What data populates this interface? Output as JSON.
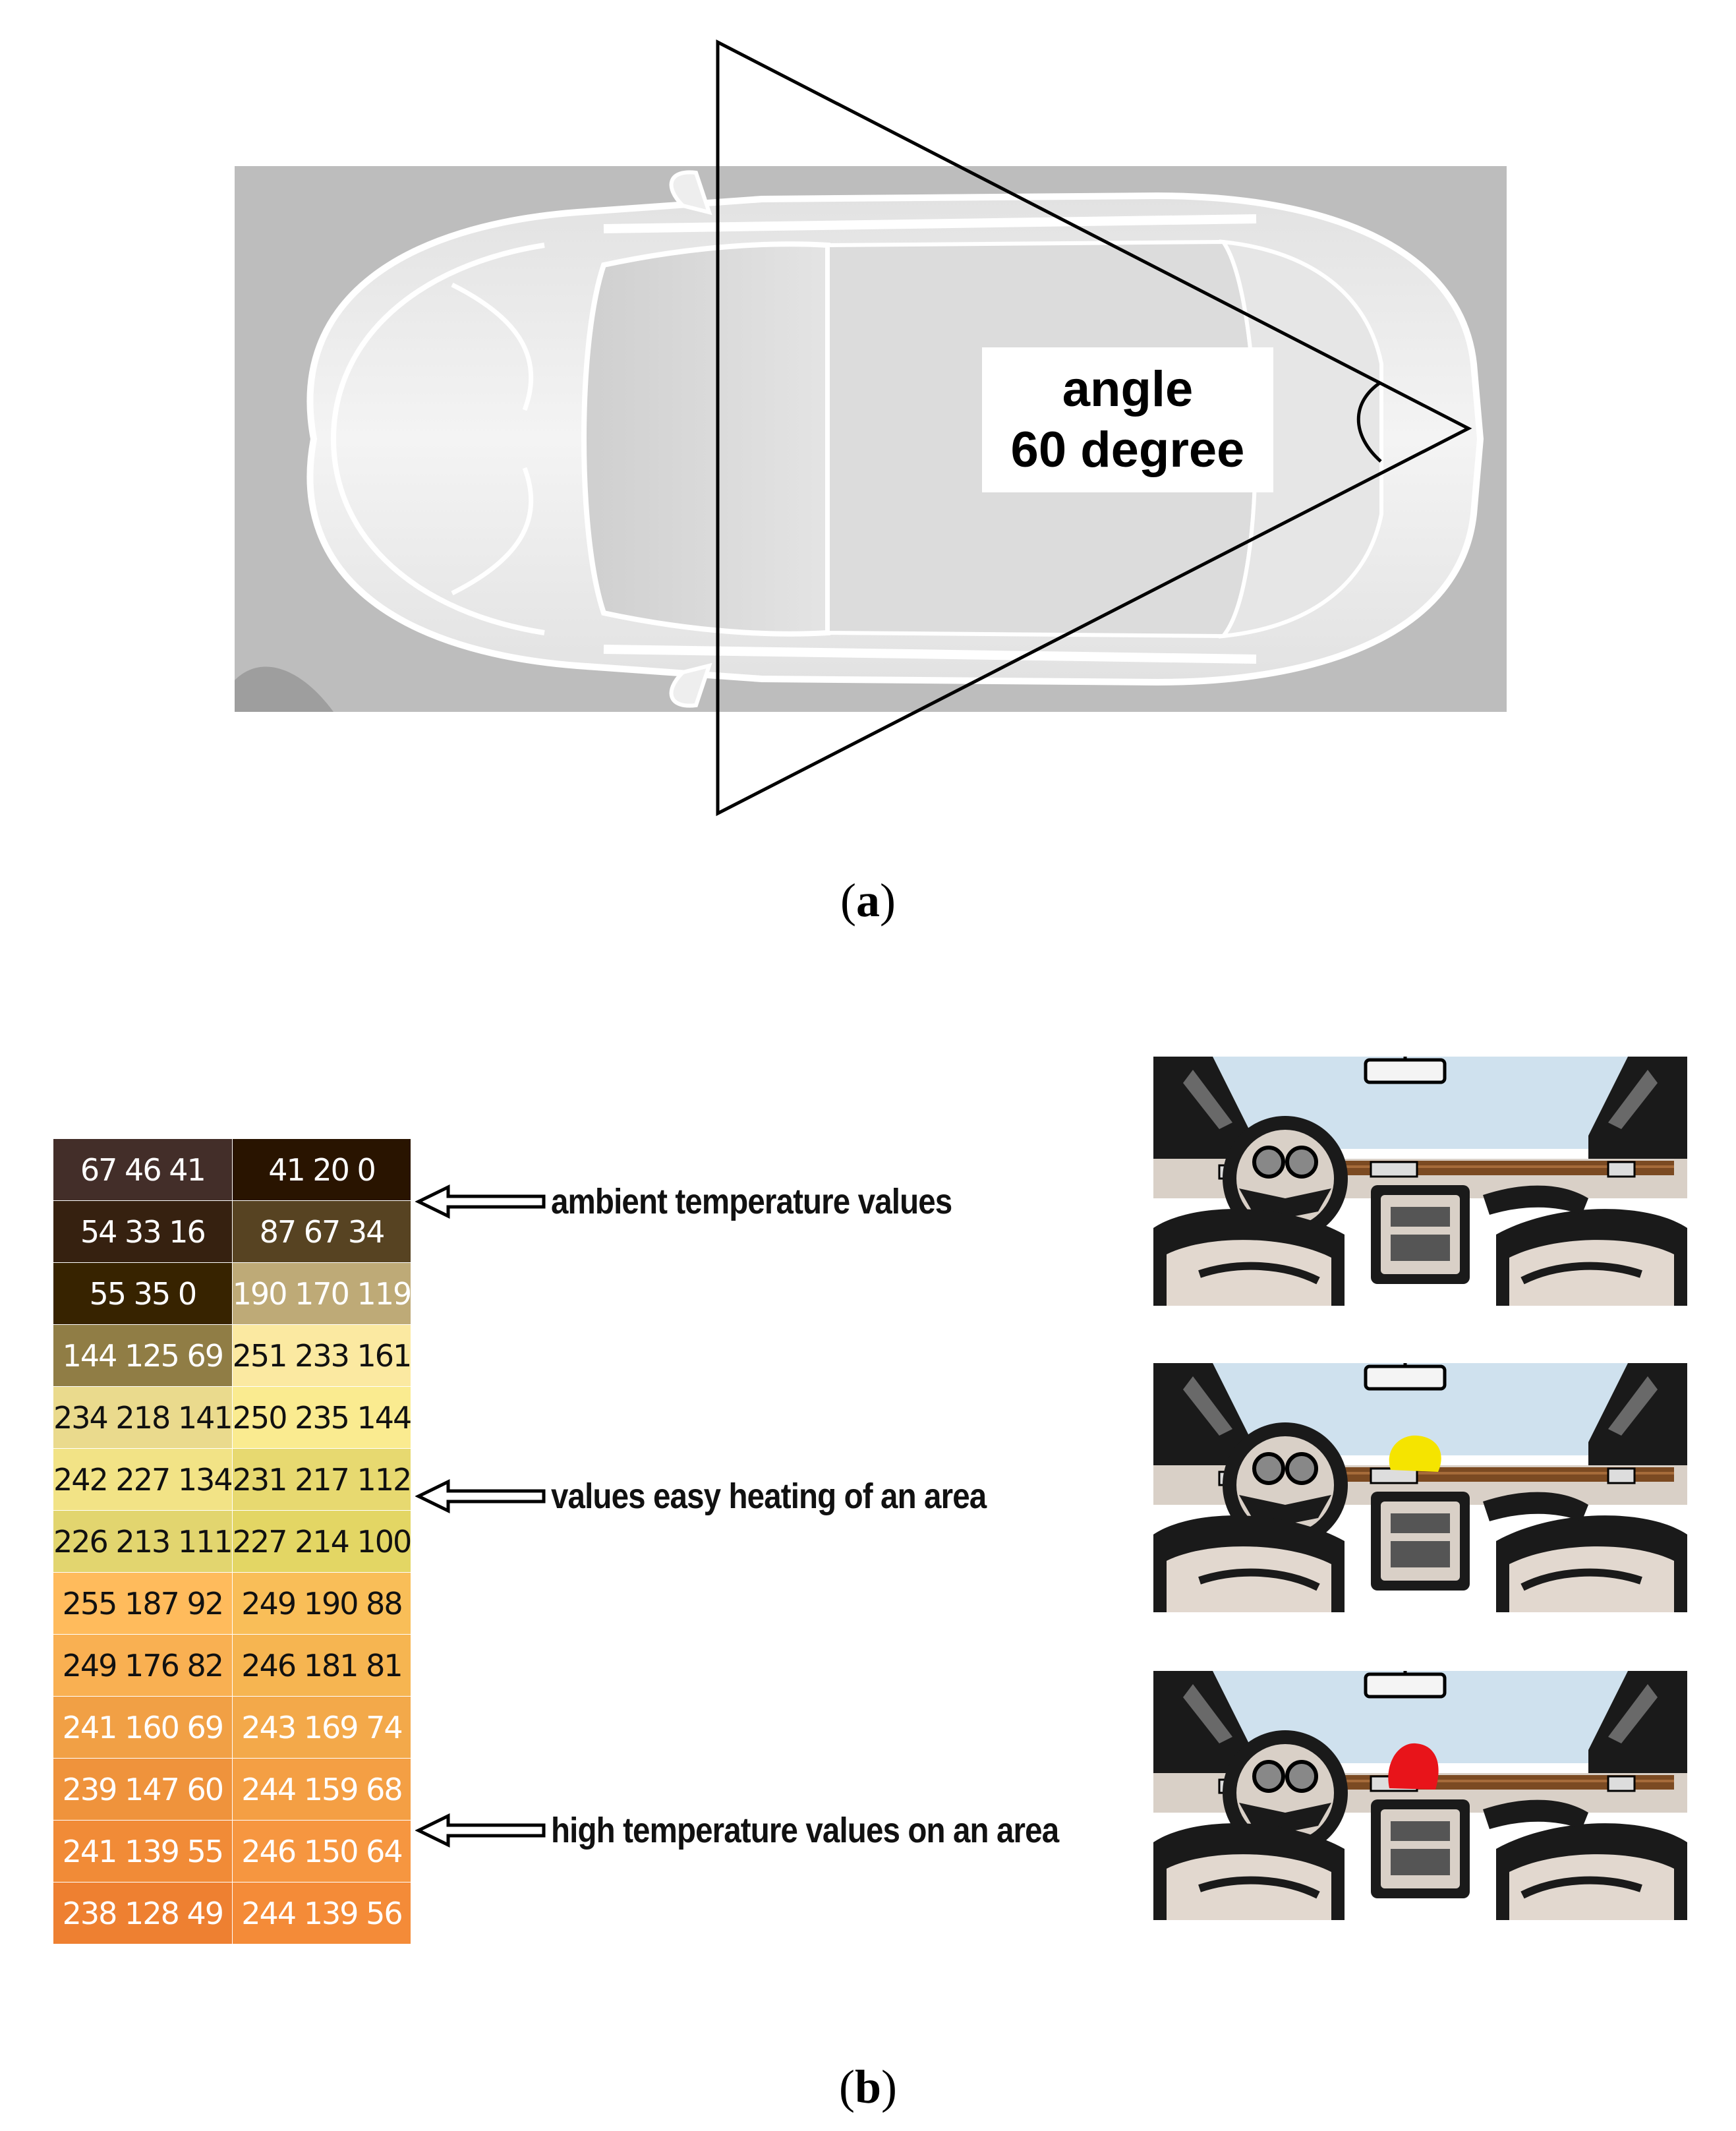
{
  "panel_a": {
    "angle_label_line1": "angle",
    "angle_label_line2": "60 degree",
    "caption_open": "(",
    "caption_letter": "a",
    "caption_close": ")"
  },
  "panel_b": {
    "rgb_table": [
      [
        {
          "text": "67 46 41",
          "bg": "#432e29",
          "fg": "#ffffff"
        },
        {
          "text": "41 20 0",
          "bg": "#291400",
          "fg": "#ffffff"
        }
      ],
      [
        {
          "text": "54 33 16",
          "bg": "#362110",
          "fg": "#ffffff"
        },
        {
          "text": "87 67 34",
          "bg": "#574322",
          "fg": "#ffffff"
        }
      ],
      [
        {
          "text": "55 35 0",
          "bg": "#372300",
          "fg": "#ffffff"
        },
        {
          "text": "190 170 119",
          "bg": "#beaa77",
          "fg": "#ffffff"
        }
      ],
      [
        {
          "text": "144 125 69",
          "bg": "#907d45",
          "fg": "#ffffff"
        },
        {
          "text": "251 233 161",
          "bg": "#fbe9a1",
          "fg": "#111111"
        }
      ],
      [
        {
          "text": "234 218 141",
          "bg": "#eada8d",
          "fg": "#111111"
        },
        {
          "text": "250 235 144",
          "bg": "#faeb90",
          "fg": "#111111"
        }
      ],
      [
        {
          "text": "242 227 134",
          "bg": "#f2e386",
          "fg": "#111111"
        },
        {
          "text": "231 217 112",
          "bg": "#e7d970",
          "fg": "#111111"
        }
      ],
      [
        {
          "text": "226 213 111",
          "bg": "#e2d56f",
          "fg": "#111111"
        },
        {
          "text": "227 214 100",
          "bg": "#e3d664",
          "fg": "#111111"
        }
      ],
      [
        {
          "text": "255 187 92",
          "bg": "#ffbb5c",
          "fg": "#111111"
        },
        {
          "text": "249 190 88",
          "bg": "#f9be58",
          "fg": "#111111"
        }
      ],
      [
        {
          "text": "249 176 82",
          "bg": "#f9b052",
          "fg": "#111111"
        },
        {
          "text": "246 181 81",
          "bg": "#f6b551",
          "fg": "#111111"
        }
      ],
      [
        {
          "text": "241 160 69",
          "bg": "#f1a045",
          "fg": "#ffffff"
        },
        {
          "text": "243 169 74",
          "bg": "#f3a94a",
          "fg": "#ffffff"
        }
      ],
      [
        {
          "text": "239 147 60",
          "bg": "#ef933c",
          "fg": "#ffffff"
        },
        {
          "text": "244 159 68",
          "bg": "#f49f44",
          "fg": "#ffffff"
        }
      ],
      [
        {
          "text": "241 139 55",
          "bg": "#f18b37",
          "fg": "#ffffff"
        },
        {
          "text": "246 150 64",
          "bg": "#f69640",
          "fg": "#ffffff"
        }
      ],
      [
        {
          "text": "238 128 49",
          "bg": "#ee8031",
          "fg": "#ffffff"
        },
        {
          "text": "244 139 56",
          "bg": "#f48b38",
          "fg": "#ffffff"
        }
      ]
    ],
    "labels": {
      "ambient": "ambient temperature values",
      "easy_heating": "values easy heating of an area",
      "high_temp": "high temperature values on an area"
    },
    "cabin_images": [
      {
        "blob": "none"
      },
      {
        "blob": "yellow",
        "blob_color": "#f5e400"
      },
      {
        "blob": "red",
        "blob_color": "#e8141a"
      }
    ],
    "caption_open": "(",
    "caption_letter": "b",
    "caption_close": ")"
  }
}
